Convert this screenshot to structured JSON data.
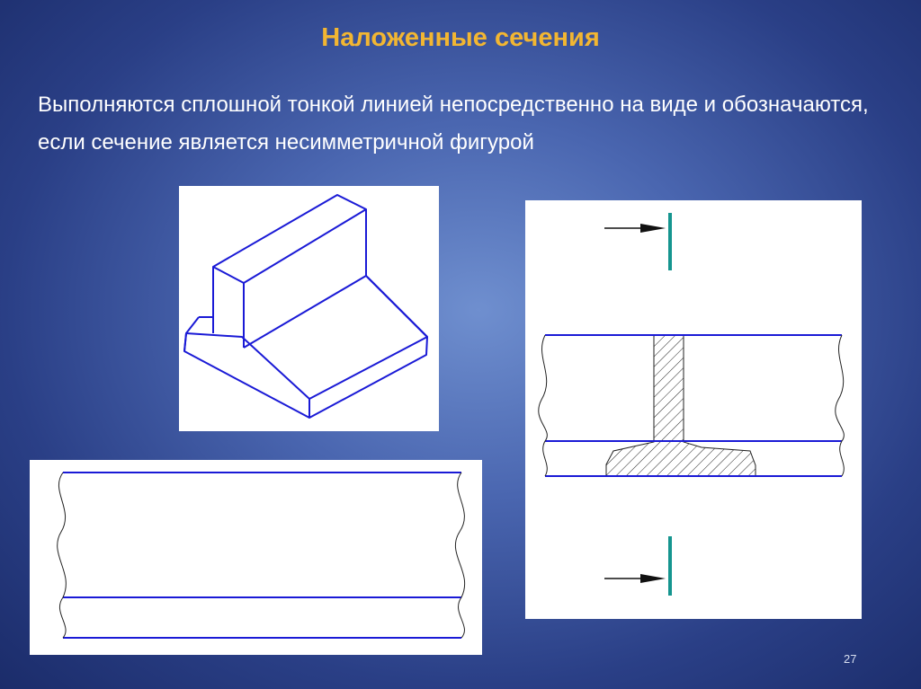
{
  "slide": {
    "title": "Наложенные сечения",
    "body": "Выполняются сплошной тонкой линией непосредственно  на виде и обозначаются, если сечение является несимметричной фигурой",
    "page_number": "27"
  },
  "colors": {
    "title": "#f2b632",
    "text": "#ffffff",
    "drawing_line": "#1a1ad6",
    "section_mark": "#15958f",
    "background": "#3b56a4"
  }
}
